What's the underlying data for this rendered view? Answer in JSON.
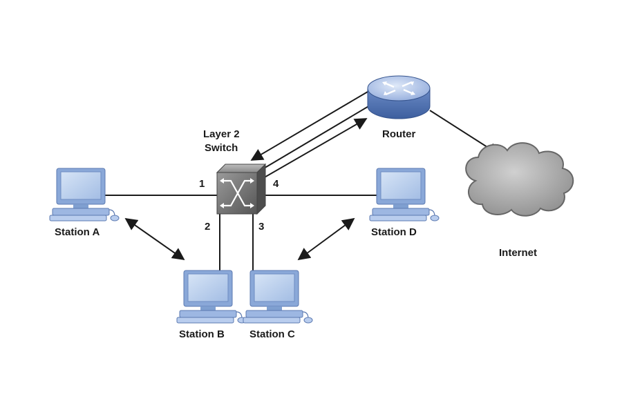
{
  "labels": {
    "switch_line1": "Layer 2",
    "switch_line2": "Switch",
    "router": "Router",
    "internet": "Internet",
    "station_a": "Station A",
    "station_b": "Station B",
    "station_c": "Station C",
    "station_d": "Station D"
  },
  "ports": [
    "1",
    "2",
    "3",
    "4"
  ],
  "colors": {
    "monitor_face": "#a9c4e8",
    "monitor_body": "#7f9fd0",
    "router": "#7b9bd4",
    "cloud": "#b3b3b3",
    "switch": "#777777",
    "line": "#1a1a1a"
  },
  "icons": {
    "switch": "layer2-switch-icon",
    "router": "router-icon",
    "internet": "cloud-icon",
    "station": "workstation-icon"
  }
}
